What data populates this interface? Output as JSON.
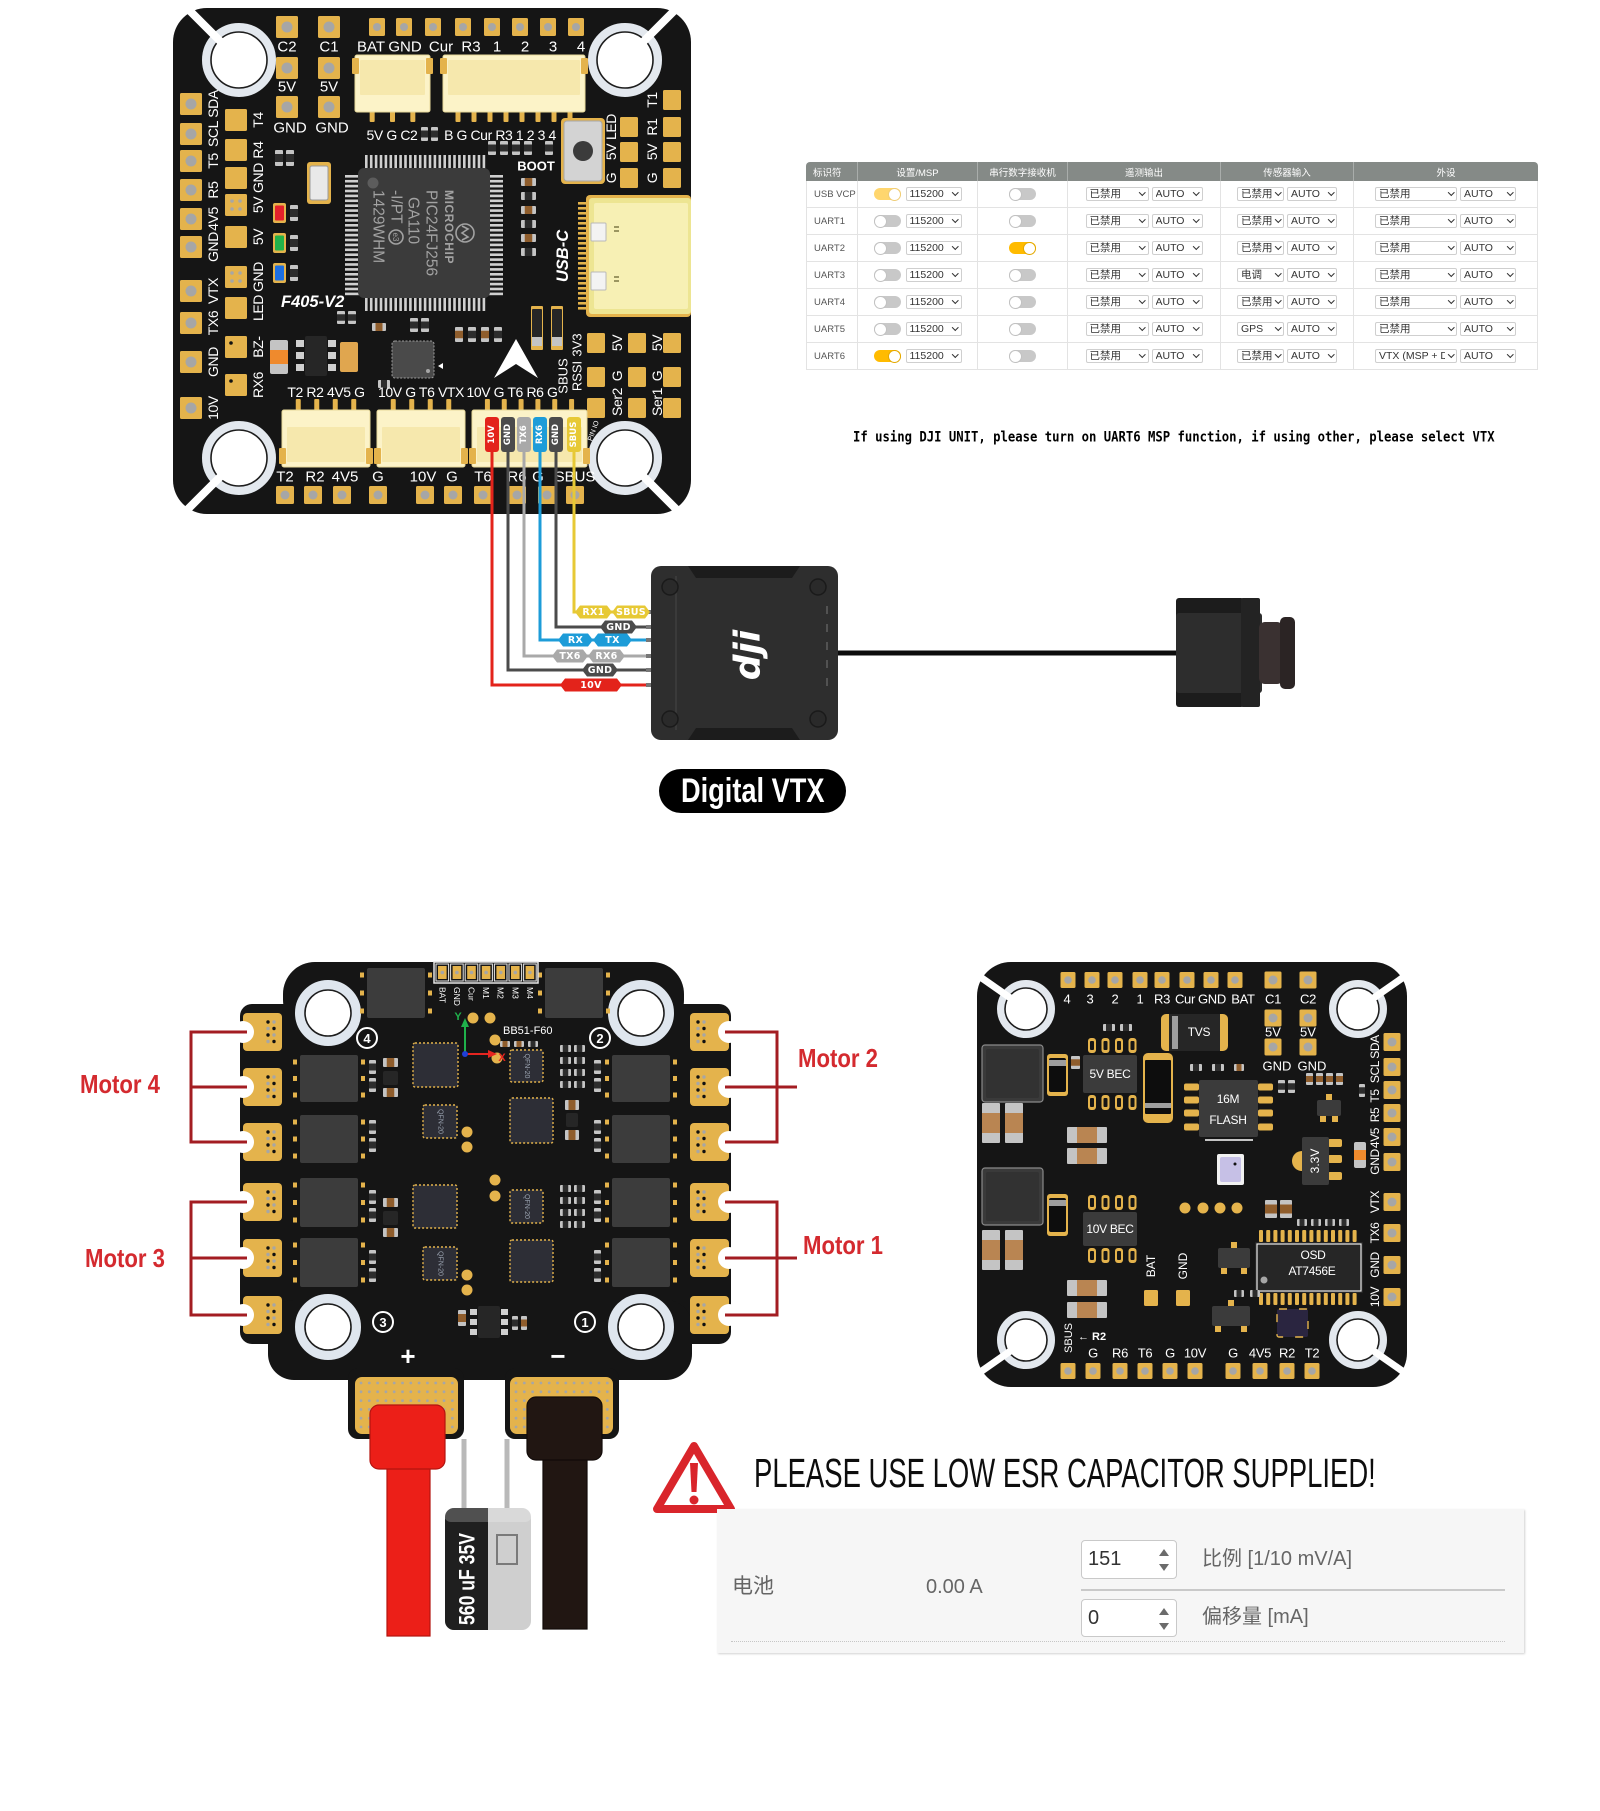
{
  "palette": {
    "pcb": "#151515",
    "pad_gold": "#e4b34c",
    "table_header": "#858a87",
    "toggle_on": "#ffbb00",
    "toggle_on_dimmed": "#ffd66e",
    "toggle_off": "#c8c8c8",
    "motor_label": "#d42a2f",
    "motor_bracket": "#a31d22",
    "warning_red": "#d9252b",
    "positive_lead": "#ec1f18",
    "negative_lead": "#211612"
  },
  "fc_top": {
    "board_name": "F405-V2",
    "usb_label": "USB-C",
    "boot_label": "BOOT",
    "mcu": {
      "brand": "MICROCHIP",
      "part_number": "PIC24FJ256",
      "variant": "GA110",
      "package": "-I/PT",
      "rohs_mark": "e3",
      "date_code": "1429WHM"
    },
    "top_pads": [
      "C2",
      "C1",
      "BAT",
      "GND",
      "Cur",
      "R3",
      "1",
      "2",
      "3",
      "4"
    ],
    "cap_pads_5v": [
      "5V",
      "5V"
    ],
    "cap_pads_gnd": [
      "GND",
      "GND"
    ],
    "top_connector_labels": [
      "5V G C2",
      "B G Cur R3 1 2 3 4"
    ],
    "left_outer_pads": [
      "SDA",
      "SCL",
      "T5",
      "R5",
      "4V5",
      "GND",
      "VTX",
      "TX6",
      "GND",
      "10V"
    ],
    "left_inner_pads": [
      "T4",
      "R4",
      "GND",
      "5V",
      "5V",
      "GND",
      "LED",
      "BZ-",
      "RX6"
    ],
    "right_inner_pads": [
      "LED",
      "5V",
      "G"
    ],
    "right_outer_pads": [
      "T1",
      "R1",
      "5V",
      "G"
    ],
    "ser2_pads": [
      "5V",
      "G",
      "Ser2"
    ],
    "ser1_pads": [
      "5V",
      "G",
      "Ser1"
    ],
    "rx_labels": [
      "SBUS",
      "RSSI",
      "3V3"
    ],
    "bottom_connector_labels": [
      "T2 R2 4V5 G",
      "10V G T6 VTX",
      "10V G T6 R6 G"
    ],
    "bottom_pads": [
      "T2",
      "R2",
      "4V5",
      "G",
      "10V",
      "G",
      "T6",
      "R6",
      "G",
      "SBUS"
    ],
    "pin_label": "PIN IO",
    "status_leds": [
      {
        "color": "#e4212b"
      },
      {
        "color": "#22b24a"
      },
      {
        "color": "#1e6fe0"
      }
    ],
    "vtx_plug_wires": [
      {
        "label": "10V",
        "color": "#e3231b"
      },
      {
        "label": "GND",
        "color": "#4b4b4b"
      },
      {
        "label": "TX6",
        "color": "#a9a9a9"
      },
      {
        "label": "RX6",
        "color": "#1d9cd8"
      },
      {
        "label": "GND",
        "color": "#4b4b4b"
      },
      {
        "label": "SBUS",
        "color": "#e7c935"
      }
    ]
  },
  "harness": [
    {
      "tags": [
        "RX1",
        "SBUS"
      ],
      "color": "#e7c935"
    },
    {
      "tags": [
        "GND"
      ],
      "color": "#4b4b4b"
    },
    {
      "tags": [
        "RX",
        "TX"
      ],
      "color": "#1d9cd8"
    },
    {
      "tags": [
        "TX6",
        "RX6"
      ],
      "color": "#a9a9a9"
    },
    {
      "tags": [
        "GND"
      ],
      "color": "#4b4b4b"
    },
    {
      "tags": [
        "10V"
      ],
      "color": "#e3231b"
    }
  ],
  "vtx": {
    "logo": "dji",
    "caption": "Digital VTX"
  },
  "ports_table": {
    "headers": [
      "标识符",
      "设置/MSP",
      "串行数字接收机",
      "遥测输出",
      "传感器输入",
      "外设"
    ],
    "rows": [
      {
        "identifier": "USB VCP",
        "msp": "on-dimmed",
        "baud": "115200",
        "serial_rx": "off",
        "telemetry": [
          "已禁用",
          "AUTO"
        ],
        "sensor": [
          "已禁用",
          "AUTO"
        ],
        "peripheral": [
          "已禁用",
          "AUTO"
        ]
      },
      {
        "identifier": "UART1",
        "msp": "off",
        "baud": "115200",
        "serial_rx": "off",
        "telemetry": [
          "已禁用",
          "AUTO"
        ],
        "sensor": [
          "已禁用",
          "AUTO"
        ],
        "peripheral": [
          "已禁用",
          "AUTO"
        ]
      },
      {
        "identifier": "UART2",
        "msp": "off",
        "baud": "115200",
        "serial_rx": "on",
        "telemetry": [
          "已禁用",
          "AUTO"
        ],
        "sensor": [
          "已禁用",
          "AUTO"
        ],
        "peripheral": [
          "已禁用",
          "AUTO"
        ]
      },
      {
        "identifier": "UART3",
        "msp": "off",
        "baud": "115200",
        "serial_rx": "off",
        "telemetry": [
          "已禁用",
          "AUTO"
        ],
        "sensor": [
          "电调",
          "AUTO"
        ],
        "peripheral": [
          "已禁用",
          "AUTO"
        ]
      },
      {
        "identifier": "UART4",
        "msp": "off",
        "baud": "115200",
        "serial_rx": "off",
        "telemetry": [
          "已禁用",
          "AUTO"
        ],
        "sensor": [
          "已禁用",
          "AUTO"
        ],
        "peripheral": [
          "已禁用",
          "AUTO"
        ]
      },
      {
        "identifier": "UART5",
        "msp": "off",
        "baud": "115200",
        "serial_rx": "off",
        "telemetry": [
          "已禁用",
          "AUTO"
        ],
        "sensor": [
          "GPS",
          "AUTO"
        ],
        "peripheral": [
          "已禁用",
          "AUTO"
        ]
      },
      {
        "identifier": "UART6",
        "msp": "on",
        "baud": "115200",
        "serial_rx": "off",
        "telemetry": [
          "已禁用",
          "AUTO"
        ],
        "sensor": [
          "已禁用",
          "AUTO"
        ],
        "peripheral": [
          "VTX (MSP + D",
          "AUTO"
        ]
      }
    ]
  },
  "note": {
    "text": "If using DJI UNIT, please turn on UART6 MSP function, if using other, please select VTX"
  },
  "esc": {
    "model": "BB51-F60",
    "connector_pins": [
      "BAT",
      "GND",
      "Cur",
      "M1",
      "M2",
      "M3",
      "M4"
    ],
    "mount_numbers": [
      "4",
      "2",
      "3",
      "1"
    ],
    "axis_labels": [
      "Y",
      "X"
    ],
    "driver_marking": "QFN-20",
    "polarity": [
      "+",
      "−"
    ],
    "motors": [
      {
        "label": "Motor 4"
      },
      {
        "label": "Motor 3"
      },
      {
        "label": "Motor 2"
      },
      {
        "label": "Motor 1"
      }
    ],
    "capacitor_label": "560 uF 35V"
  },
  "fc_bottom": {
    "top_pads": [
      "4",
      "3",
      "2",
      "1",
      "R3",
      "Cur",
      "GND",
      "BAT",
      "C1",
      "C2"
    ],
    "cap_pads_5v": [
      "5V",
      "5V"
    ],
    "cap_pads_gnd": [
      "GND",
      "GND"
    ],
    "right_top_pads": [
      "SDA",
      "SCL",
      "T5",
      "R5",
      "4V5",
      "GND"
    ],
    "right_bottom_pads": [
      "VTX",
      "TX6",
      "GND",
      "10V"
    ],
    "bottom_pads": [
      "SBUS",
      "G",
      "R6",
      "T6",
      "G",
      "10V",
      "G",
      "4V5",
      "R2",
      "T2"
    ],
    "sbus_bridge_label": "← R2",
    "power_pads": [
      "BAT",
      "GND"
    ],
    "chips": {
      "tvs": "TVS",
      "bec_5v": "5V BEC",
      "flash_size": "16M",
      "flash_type": "FLASH",
      "ldo": "3.3V",
      "bec_10v": "10V BEC",
      "osd_name": "OSD",
      "osd_part": "AT7456E"
    }
  },
  "warning": {
    "text": "PLEASE USE LOW ESR CAPACITOR SUPPLIED!"
  },
  "current_meter": {
    "name": "电池",
    "reading": "0.00 A",
    "scale": {
      "value": "151",
      "label": "比例 [1/10 mV/A]"
    },
    "offset": {
      "value": "0",
      "label": "偏移量 [mA]"
    }
  }
}
